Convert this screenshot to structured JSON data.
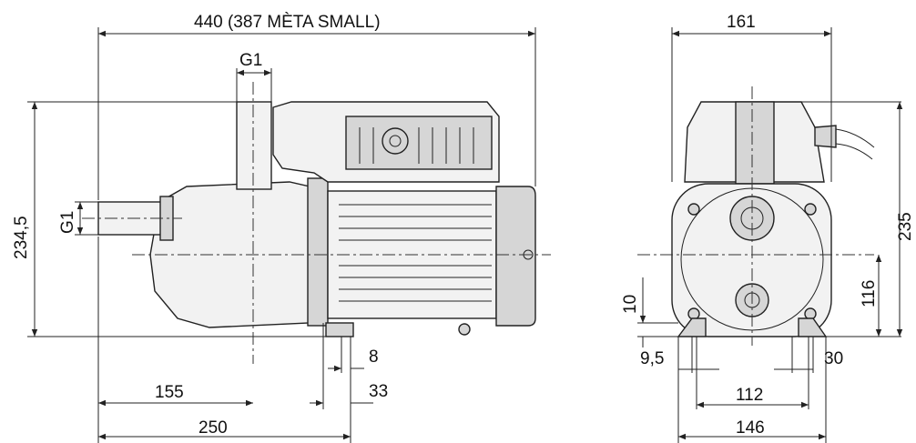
{
  "side_view": {
    "dims": {
      "overall_length": "440 (387 MÈTA SMALL)",
      "outlet_thread": "G1",
      "inlet_thread": "G1",
      "height": "234,5",
      "d155": "155",
      "d250": "250",
      "d8": "8",
      "d33": "33"
    }
  },
  "front_view": {
    "dims": {
      "width": "161",
      "height": "235",
      "axis_height": "116",
      "foot_height": "10",
      "d9_5": "9,5",
      "d30": "30",
      "d112": "112",
      "d146": "146"
    }
  }
}
